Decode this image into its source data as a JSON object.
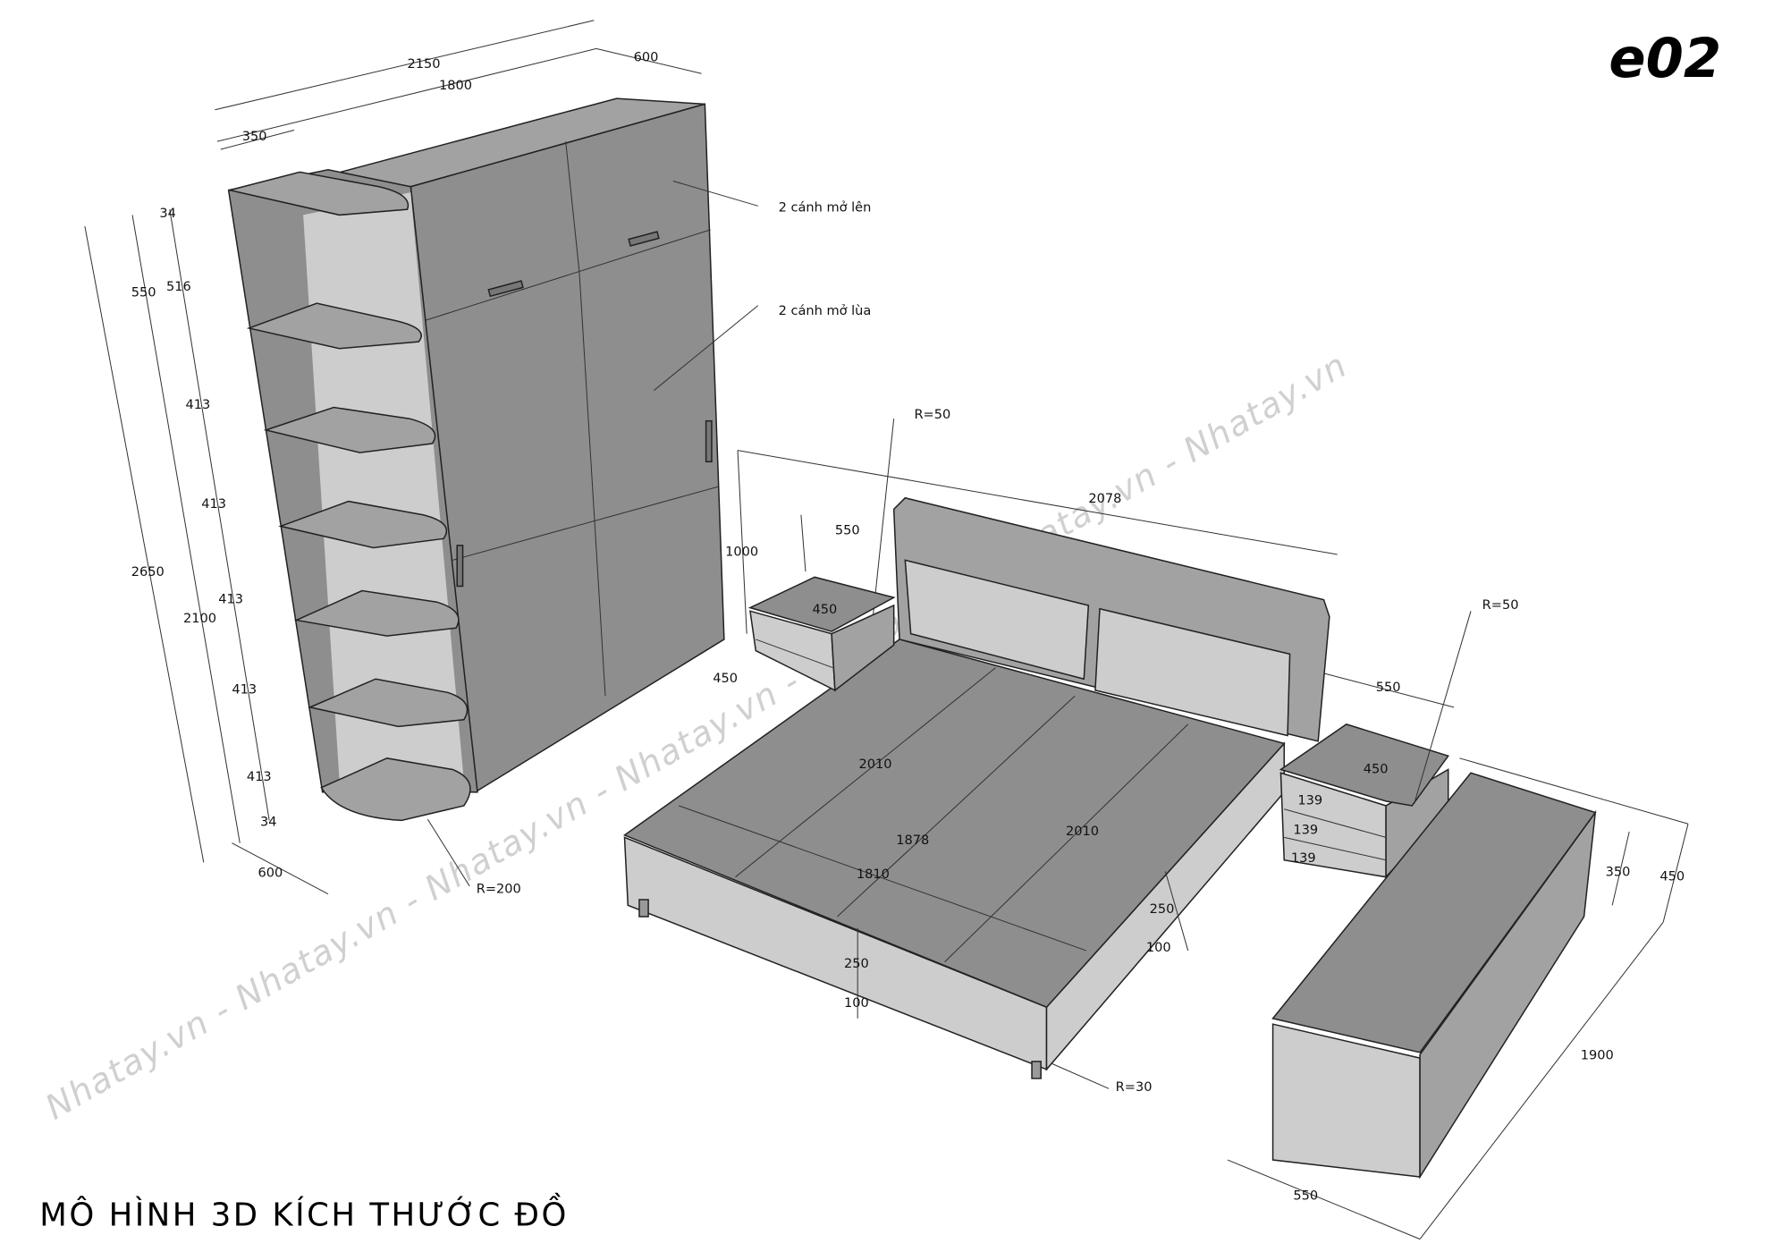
{
  "code_label": "e02",
  "title": "MÔ HÌNH 3D KÍCH THƯỚC ĐỒ",
  "watermark": "Nhatay.vn - Nhatay.vn - Nhatay.vn - Nhatay.vn - Nhatay.vn - Nhatay.vn - Nhatay.vn",
  "wardrobe": {
    "notes": {
      "top_doors": "2 cánh mở lên",
      "sliding_doors": "2 cánh mở lùa",
      "radius": "R=200"
    },
    "dims": {
      "total_width": "2150",
      "body_width": "1800",
      "depth_top": "600",
      "shelf_width": "350",
      "top_thk": "34",
      "top_section": "550",
      "top_inner": "516",
      "shelf_1": "413",
      "shelf_2": "413",
      "shelf_3": "413",
      "shelf_4": "413",
      "shelf_5": "413",
      "bottom_thk": "34",
      "height_total": "2650",
      "height_lower": "2100",
      "depth_bottom": "600"
    }
  },
  "bed": {
    "notes": {
      "headboard_radius": "R=50",
      "leg_radius": "R=30"
    },
    "dims": {
      "width": "2078",
      "head_height": "1000",
      "inner_len_left": "2010",
      "inner_width": "1878",
      "slat_width": "1810",
      "inner_len_right": "2010",
      "leg_offset_r1": "250",
      "leg_offset_r2": "100",
      "leg_offset_f1": "250",
      "leg_offset_f2": "100"
    }
  },
  "nightstand_left": {
    "dims": {
      "width": "550",
      "depth": "450",
      "height": "450"
    }
  },
  "nightstand_right": {
    "notes": {
      "radius": "R=50"
    },
    "dims": {
      "width": "550",
      "depth": "450",
      "drawer_1": "139",
      "drawer_2": "139",
      "drawer_3": "139"
    }
  },
  "bench": {
    "dims": {
      "seat_height": "350",
      "height": "450",
      "length": "1900",
      "width": "550"
    }
  }
}
